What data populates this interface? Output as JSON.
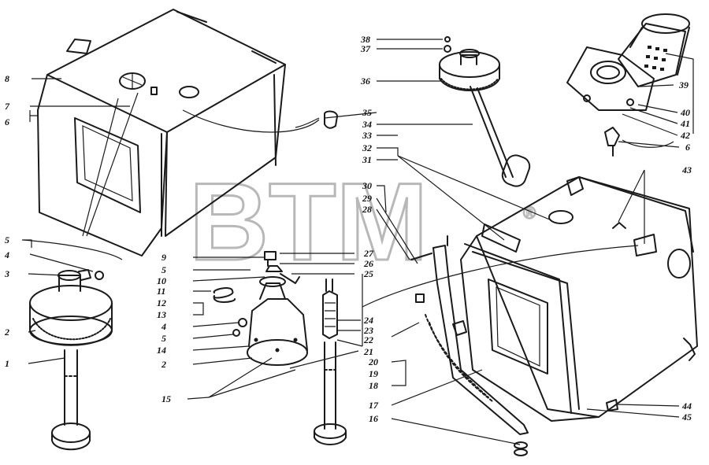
{
  "watermark": {
    "text": "BTM",
    "mark": "®"
  },
  "callouts": [
    "38",
    "37",
    "36",
    "35",
    "34",
    "33",
    "32",
    "31",
    "30",
    "29",
    "28",
    "27",
    "26",
    "25",
    "24",
    "23",
    "22",
    "21",
    "20",
    "19",
    "18",
    "17",
    "16",
    "15",
    "14",
    "13",
    "12",
    "11",
    "10",
    "9",
    "8",
    "7",
    "6",
    "5",
    "4",
    "3",
    "2",
    "1",
    "39",
    "40",
    "41",
    "42",
    "43",
    "44",
    "45"
  ],
  "labels": {
    "l8": "8",
    "l7": "7",
    "l6a": "6",
    "l5a": "5",
    "l4a": "4",
    "l3": "3",
    "l2a": "2",
    "l1": "1",
    "l9": "9",
    "l5b": "5",
    "l10": "10",
    "l11": "11",
    "l12": "12",
    "l13": "13",
    "l4b": "4",
    "l5c": "5",
    "l14": "14",
    "l2b": "2",
    "l15": "15",
    "l27": "27",
    "l26": "26",
    "l25": "25",
    "l24": "24",
    "l23": "23",
    "l22": "22",
    "l21": "21",
    "l20": "20",
    "l19": "19",
    "l18": "18",
    "l17": "17",
    "l16": "16",
    "l38": "38",
    "l37": "37",
    "l36": "36",
    "l35": "35",
    "l34": "34",
    "l33": "33",
    "l32": "32",
    "l31": "31",
    "l30": "30",
    "l29": "29",
    "l28": "28",
    "l39": "39",
    "l40": "40",
    "l41": "41",
    "l42": "42",
    "l6b": "6",
    "l43": "43",
    "l44": "44",
    "l45": "45"
  }
}
